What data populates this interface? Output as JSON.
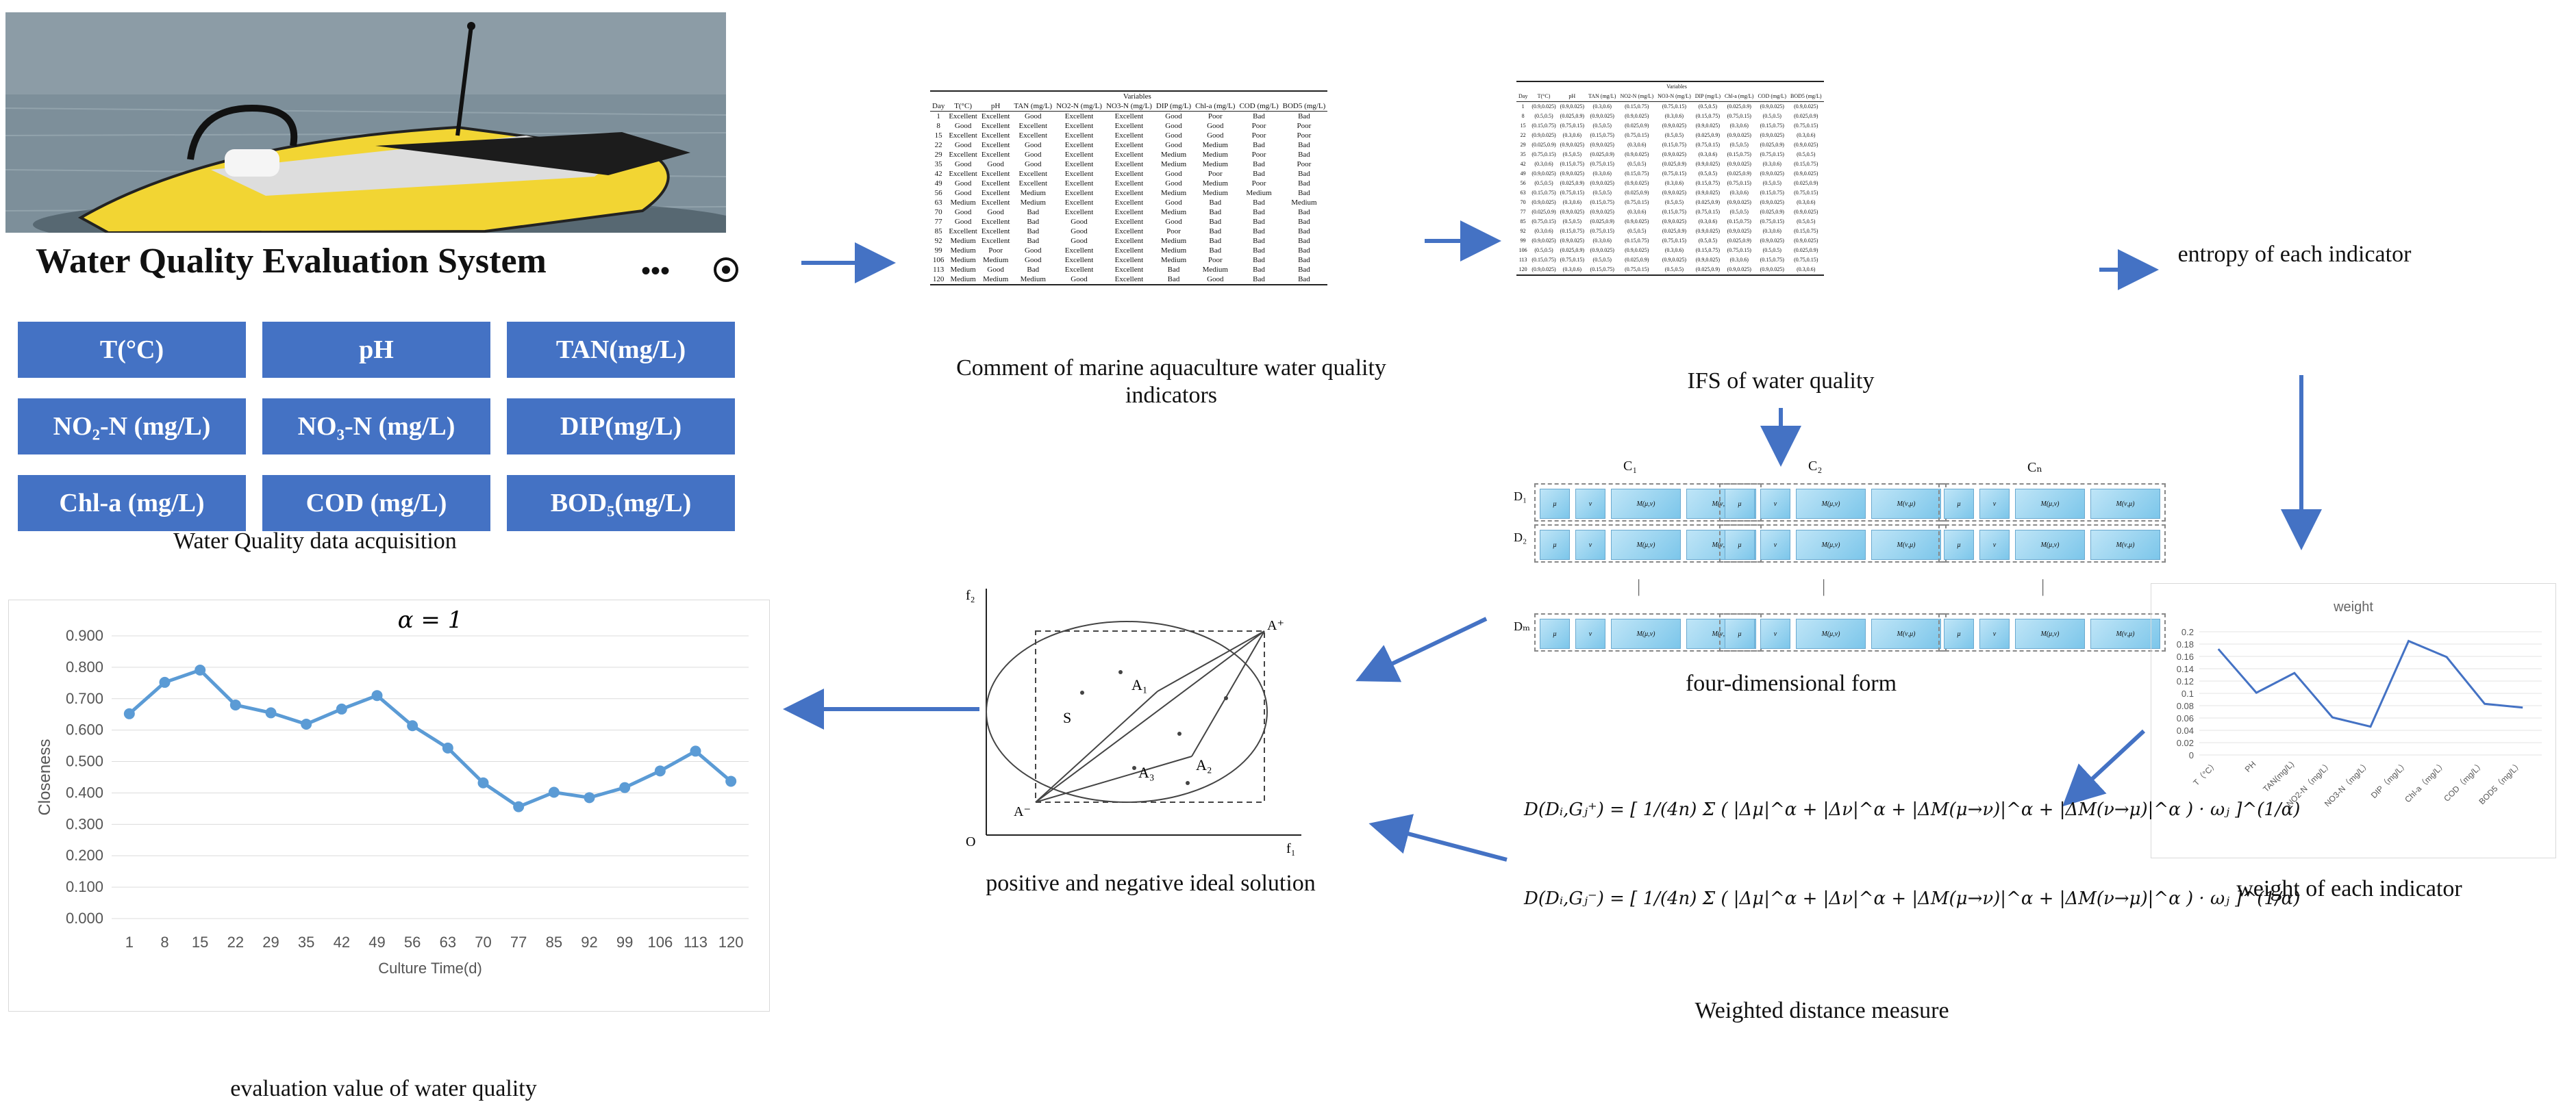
{
  "system_title": "Water Quality Evaluation System",
  "parameters": [
    "T(°C)",
    "pH",
    "TAN(mg/L)",
    "NO₂-N (mg/L)",
    "NO₃-N (mg/L)",
    "DIP(mg/L)",
    "Chl-a (mg/L)",
    "COD (mg/L)",
    "BOD₅(mg/L)"
  ],
  "captions": {
    "acquisition": "Water Quality data acquisition",
    "comment": "Comment of marine aquaculture water quality indicators",
    "ifs": "IFS of water quality",
    "entropy": "entropy of each indicator",
    "four_dim": "four-dimensional form",
    "weight_each": "weight of each indicator",
    "ideal": "positive and negative ideal solution",
    "distance": "Weighted distance measure",
    "evaluation": "evaluation value of water quality"
  },
  "comment_table": {
    "title": "Variables",
    "headers": [
      "Day",
      "T(°C)",
      "pH",
      "TAN (mg/L)",
      "NO2-N (mg/L)",
      "NO3-N (mg/L)",
      "DIP (mg/L)",
      "Chl-a (mg/L)",
      "COD (mg/L)",
      "BOD5 (mg/L)"
    ],
    "rows": [
      [
        "1",
        "Excellent",
        "Excellent",
        "Good",
        "Excellent",
        "Excellent",
        "Good",
        "Poor",
        "Bad",
        "Bad"
      ],
      [
        "8",
        "Good",
        "Excellent",
        "Excellent",
        "Excellent",
        "Excellent",
        "Good",
        "Good",
        "Poor",
        "Poor"
      ],
      [
        "15",
        "Excellent",
        "Excellent",
        "Excellent",
        "Excellent",
        "Excellent",
        "Good",
        "Good",
        "Poor",
        "Poor"
      ],
      [
        "22",
        "Good",
        "Excellent",
        "Good",
        "Excellent",
        "Excellent",
        "Good",
        "Medium",
        "Bad",
        "Bad"
      ],
      [
        "29",
        "Excellent",
        "Excellent",
        "Good",
        "Excellent",
        "Excellent",
        "Medium",
        "Medium",
        "Poor",
        "Bad"
      ],
      [
        "35",
        "Good",
        "Good",
        "Good",
        "Excellent",
        "Excellent",
        "Medium",
        "Medium",
        "Bad",
        "Poor"
      ],
      [
        "42",
        "Excellent",
        "Excellent",
        "Excellent",
        "Excellent",
        "Excellent",
        "Good",
        "Poor",
        "Bad",
        "Bad"
      ],
      [
        "49",
        "Good",
        "Excellent",
        "Excellent",
        "Excellent",
        "Excellent",
        "Good",
        "Medium",
        "Poor",
        "Bad"
      ],
      [
        "56",
        "Good",
        "Excellent",
        "Medium",
        "Excellent",
        "Excellent",
        "Medium",
        "Medium",
        "Medium",
        "Bad"
      ],
      [
        "63",
        "Medium",
        "Excellent",
        "Medium",
        "Excellent",
        "Excellent",
        "Good",
        "Bad",
        "Bad",
        "Medium"
      ],
      [
        "70",
        "Good",
        "Good",
        "Bad",
        "Excellent",
        "Excellent",
        "Medium",
        "Bad",
        "Bad",
        "Bad"
      ],
      [
        "77",
        "Good",
        "Excellent",
        "Bad",
        "Good",
        "Excellent",
        "Good",
        "Bad",
        "Bad",
        "Bad"
      ],
      [
        "85",
        "Excellent",
        "Excellent",
        "Bad",
        "Good",
        "Excellent",
        "Poor",
        "Bad",
        "Bad",
        "Bad"
      ],
      [
        "92",
        "Medium",
        "Excellent",
        "Bad",
        "Good",
        "Excellent",
        "Medium",
        "Bad",
        "Bad",
        "Bad"
      ],
      [
        "99",
        "Medium",
        "Poor",
        "Good",
        "Excellent",
        "Excellent",
        "Medium",
        "Bad",
        "Bad",
        "Bad"
      ],
      [
        "106",
        "Medium",
        "Medium",
        "Good",
        "Excellent",
        "Excellent",
        "Medium",
        "Poor",
        "Bad",
        "Bad"
      ],
      [
        "113",
        "Medium",
        "Good",
        "Bad",
        "Excellent",
        "Excellent",
        "Bad",
        "Medium",
        "Bad",
        "Bad"
      ],
      [
        "120",
        "Medium",
        "Medium",
        "Medium",
        "Good",
        "Excellent",
        "Bad",
        "Good",
        "Bad",
        "Bad"
      ]
    ]
  },
  "ifs_table": {
    "title": "Variables",
    "headers": [
      "Day",
      "T(°C)",
      "pH",
      "TAN (mg/L)",
      "NO2-N (mg/L)",
      "NO3-N (mg/L)",
      "DIP (mg/L)",
      "Chl-a (mg/L)",
      "COD (mg/L)",
      "BOD5 (mg/L)"
    ],
    "days": [
      "1",
      "8",
      "15",
      "22",
      "29",
      "35",
      "42",
      "49",
      "56",
      "63",
      "70",
      "77",
      "85",
      "92",
      "99",
      "106",
      "113",
      "120"
    ],
    "values": [
      "(0.9,0.025)",
      "(0.75,0.15)",
      "(0.9,0.025)",
      "(0.5,0.5)",
      "(0.3,0.6)",
      "(0.025,0.9)",
      "(0.15,0.75)"
    ]
  },
  "four_dim": {
    "column_headers": [
      "C₁",
      "C₂",
      "Cₙ"
    ],
    "row_labels": [
      "D₁",
      "D₂",
      "Dₘ"
    ],
    "cell_symbols": [
      "μ",
      "ν",
      "M(μ,ν)",
      "M(ν,μ)"
    ]
  },
  "weight_chart": {
    "title": "weight",
    "categories": [
      "T（°C）",
      "PH",
      "TAN(mg/L)",
      "NO2-N（mg/L）",
      "NO3-N（mg/L）",
      "DIP（mg/L）",
      "Chl-a（mg/L）",
      "COD（mg/L）",
      "BOD5（mg/L）"
    ],
    "values": [
      0.172,
      0.101,
      0.133,
      0.061,
      0.046,
      0.185,
      0.159,
      0.083,
      0.077
    ],
    "ylim": [
      0,
      0.2
    ],
    "yticks": [
      "0",
      "0.02",
      "0.04",
      "0.06",
      "0.08",
      "0.1",
      "0.12",
      "0.14",
      "0.16",
      "0.18",
      "0.2"
    ],
    "color": "#4472c4"
  },
  "ideal_diagram": {
    "axis_y": "f₂",
    "axis_x": "f₁",
    "origin": "O",
    "a_plus": "A⁺",
    "a_minus": "A⁻",
    "points": [
      "A₁",
      "A₂",
      "A₃",
      "S"
    ]
  },
  "formulas": {
    "plus": "D(Dᵢ,Gⱼ⁺)",
    "minus": "D(Dᵢ,Gⱼ⁻)",
    "body": "= [ 1/(4n) Σ ( |Δμ|^α + |Δν|^α + |ΔM(μ→ν)|^α + |ΔM(ν→μ)|^α ) · ωⱼ ]^(1/α)"
  },
  "chart_data": {
    "type": "line",
    "title": "α = 1",
    "xlabel": "Culture Time(d)",
    "ylabel": "Closeness",
    "categories": [
      "1",
      "8",
      "15",
      "22",
      "29",
      "35",
      "42",
      "49",
      "56",
      "63",
      "70",
      "77",
      "85",
      "92",
      "99",
      "106",
      "113",
      "120"
    ],
    "values": [
      0.652,
      0.752,
      0.791,
      0.68,
      0.655,
      0.619,
      0.667,
      0.71,
      0.614,
      0.543,
      0.432,
      0.356,
      0.402,
      0.385,
      0.417,
      0.47,
      0.533,
      0.437
    ],
    "ylim": [
      0,
      0.9
    ],
    "yticks": [
      "0.000",
      "0.100",
      "0.200",
      "0.300",
      "0.400",
      "0.500",
      "0.600",
      "0.700",
      "0.800",
      "0.900"
    ],
    "grid": true,
    "color": "#5b9bd5"
  },
  "colors": {
    "accent": "#4472c4",
    "arrow": "#4472c4"
  }
}
